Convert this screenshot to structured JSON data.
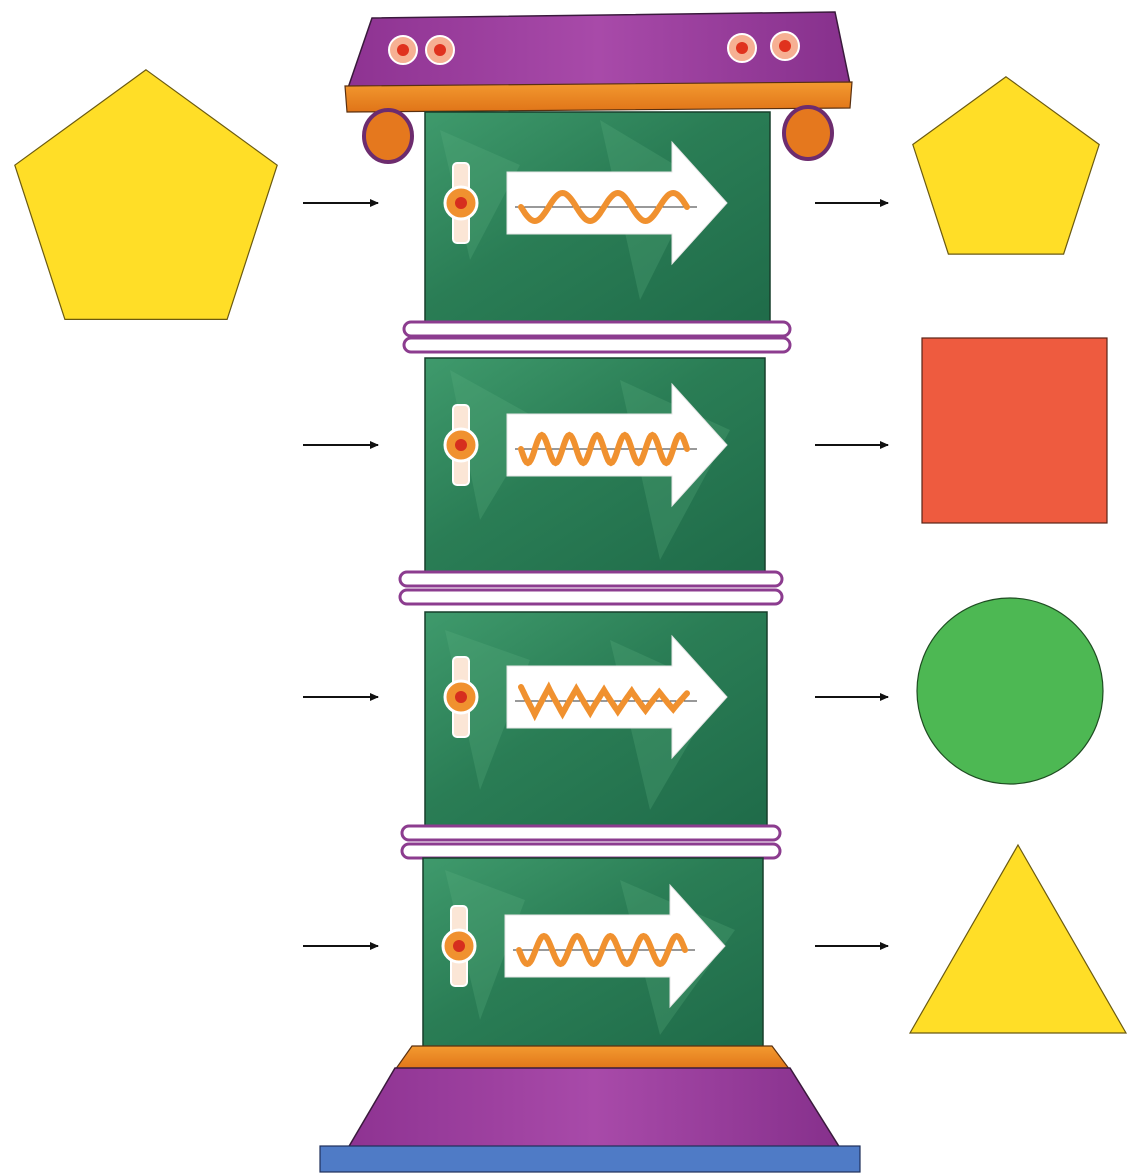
{
  "diagram": {
    "input_shape": {
      "kind": "pentagon",
      "color": "#FFDE27"
    },
    "stages": [
      {
        "wave": "sine-sparse",
        "output_shape": {
          "kind": "pentagon",
          "color": "#FFDE27"
        }
      },
      {
        "wave": "sine-dense",
        "output_shape": {
          "kind": "square",
          "color": "#EE5B3F"
        }
      },
      {
        "wave": "zigzag-decay",
        "output_shape": {
          "kind": "circle",
          "color": "#4DB853"
        }
      },
      {
        "wave": "sine-medium",
        "output_shape": {
          "kind": "triangle",
          "color": "#FFDE27"
        }
      }
    ],
    "colors": {
      "machine_green": "#2E8A5C",
      "machine_green_light": "#5FB385",
      "roof_purple": "#9A3D9E",
      "trim_orange": "#EE8A22",
      "wave_orange": "#F0912F",
      "base_blue": "#4F7BC6",
      "arrow_black": "#111111"
    },
    "icons": [
      "machine-tower-icon",
      "dial-knob-icon",
      "flow-arrow-icon"
    ]
  }
}
